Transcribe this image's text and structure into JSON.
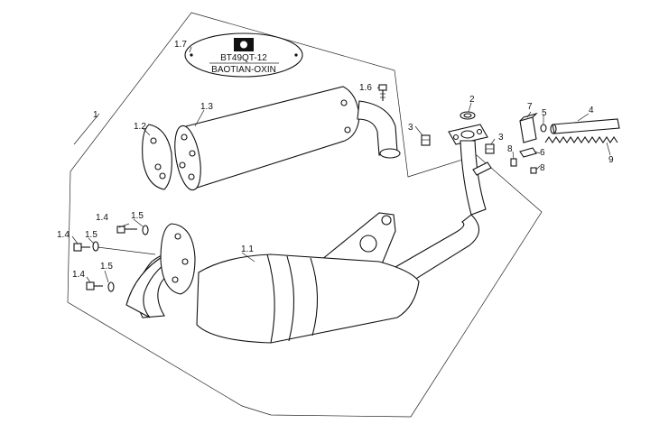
{
  "nameplate": {
    "model": "BT49QT-12",
    "brand": "BAOTIAN-OXIN"
  },
  "callouts": [
    {
      "id": "c1",
      "text": "1"
    },
    {
      "id": "c1_1",
      "text": "1.1"
    },
    {
      "id": "c1_2",
      "text": "1.2"
    },
    {
      "id": "c1_3",
      "text": "1.3"
    },
    {
      "id": "c1_4a",
      "text": "1.4"
    },
    {
      "id": "c1_4b",
      "text": "1.4"
    },
    {
      "id": "c1_4c",
      "text": "1.4"
    },
    {
      "id": "c1_5a",
      "text": "1.5"
    },
    {
      "id": "c1_5b",
      "text": "1.5"
    },
    {
      "id": "c1_5c",
      "text": "1.5"
    },
    {
      "id": "c1_6",
      "text": "1.6"
    },
    {
      "id": "c1_7",
      "text": "1.7"
    },
    {
      "id": "c2",
      "text": "2"
    },
    {
      "id": "c3a",
      "text": "3"
    },
    {
      "id": "c3b",
      "text": "3"
    },
    {
      "id": "c4",
      "text": "4"
    },
    {
      "id": "c5",
      "text": "5"
    },
    {
      "id": "c6",
      "text": "6"
    },
    {
      "id": "c7",
      "text": "7"
    },
    {
      "id": "c8a",
      "text": "8"
    },
    {
      "id": "c8b",
      "text": "8"
    },
    {
      "id": "c9",
      "text": "9"
    }
  ]
}
